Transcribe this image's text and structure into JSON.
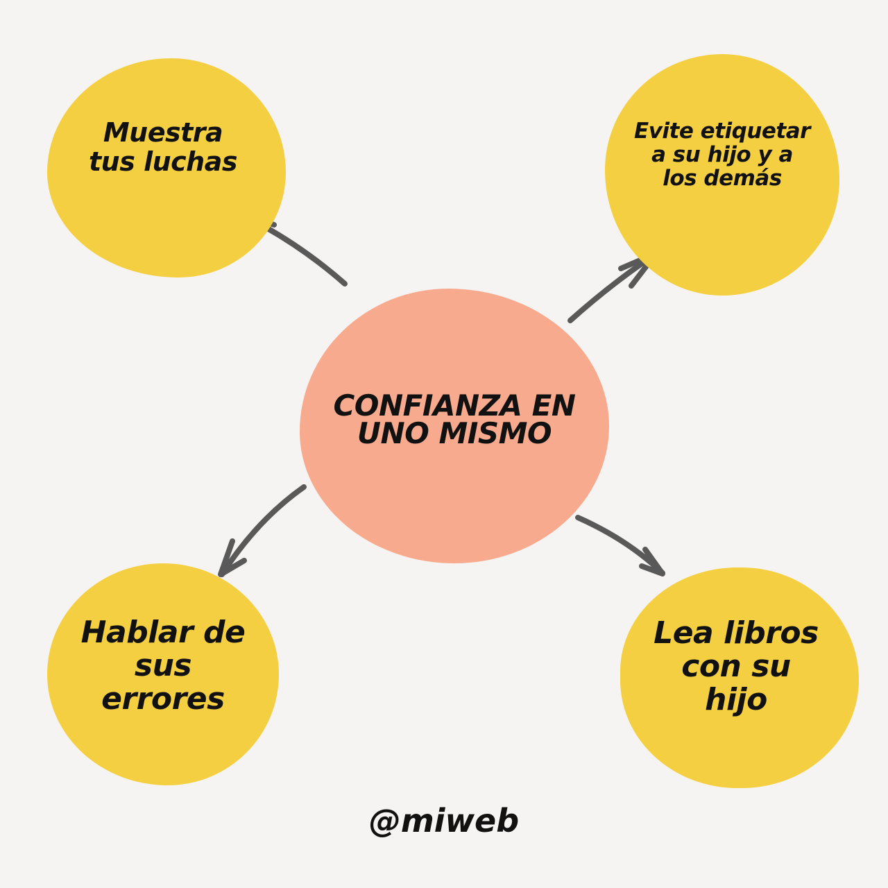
{
  "diagram": {
    "type": "mind-map",
    "center": {
      "label": "CONFIANZA EN\nUNO MISMO",
      "color": "#f8aa8e"
    },
    "nodes": [
      {
        "id": "top-left",
        "label": "Muestra\ntus luchas",
        "color": "#f4cf41"
      },
      {
        "id": "top-right",
        "label": "Evite etiquetar\na su hijo y a\nlos demás",
        "color": "#f4cf41"
      },
      {
        "id": "bottom-left",
        "label": "Hablar de\nsus\nerrores",
        "color": "#f4cf41"
      },
      {
        "id": "bottom-right",
        "label": "Lea libros\ncon su\nhijo",
        "color": "#f4cf41"
      }
    ],
    "edges": [
      {
        "from": "center",
        "to": "top-left"
      },
      {
        "from": "center",
        "to": "top-right"
      },
      {
        "from": "center",
        "to": "bottom-left"
      },
      {
        "from": "center",
        "to": "bottom-right"
      }
    ],
    "arrow_color": "#595959",
    "background": "#f6f4f2"
  },
  "footer": {
    "handle": "@miweb"
  }
}
